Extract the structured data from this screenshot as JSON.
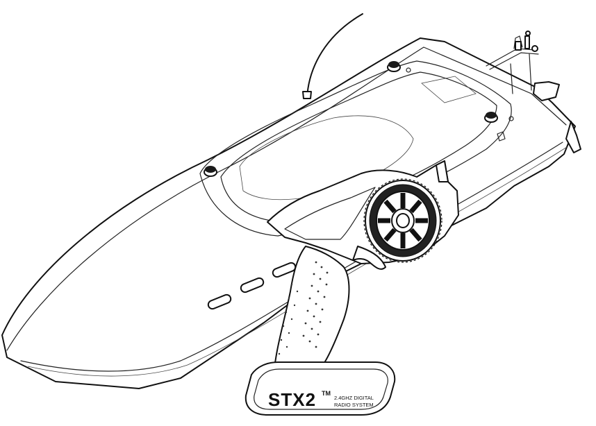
{
  "transmitter": {
    "brand": "STX2",
    "trademark": "TM",
    "tagline_line1": "2.4GHZ DIGITAL",
    "tagline_line2": "RADIO SYSTEM"
  },
  "icons": [
    "rc-boat-illustration",
    "radio-transmitter-illustration",
    "steering-wheel-icon"
  ],
  "colors": {
    "line": "#111111",
    "background": "#ffffff"
  }
}
